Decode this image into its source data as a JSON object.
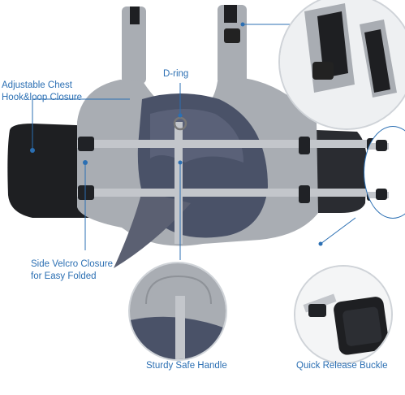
{
  "labels": {
    "chest_closure_line1": "Adjustable Chest",
    "chest_closure_line2": "Hook&loop Closure",
    "d_ring": "D-ring",
    "side_velcro_line1": "Side Velcro Closure",
    "side_velcro_line2": "for Easy Folded",
    "handle": "Sturdy Safe Handle",
    "buckle": "Quick Release Buckle"
  },
  "colors": {
    "callout_text": "#2b6fb3",
    "vest_light_gray": "#a9adb3",
    "vest_navy": "#4a5268",
    "webbing": "#c3c6cb",
    "velcro_black": "#1e1f22"
  }
}
